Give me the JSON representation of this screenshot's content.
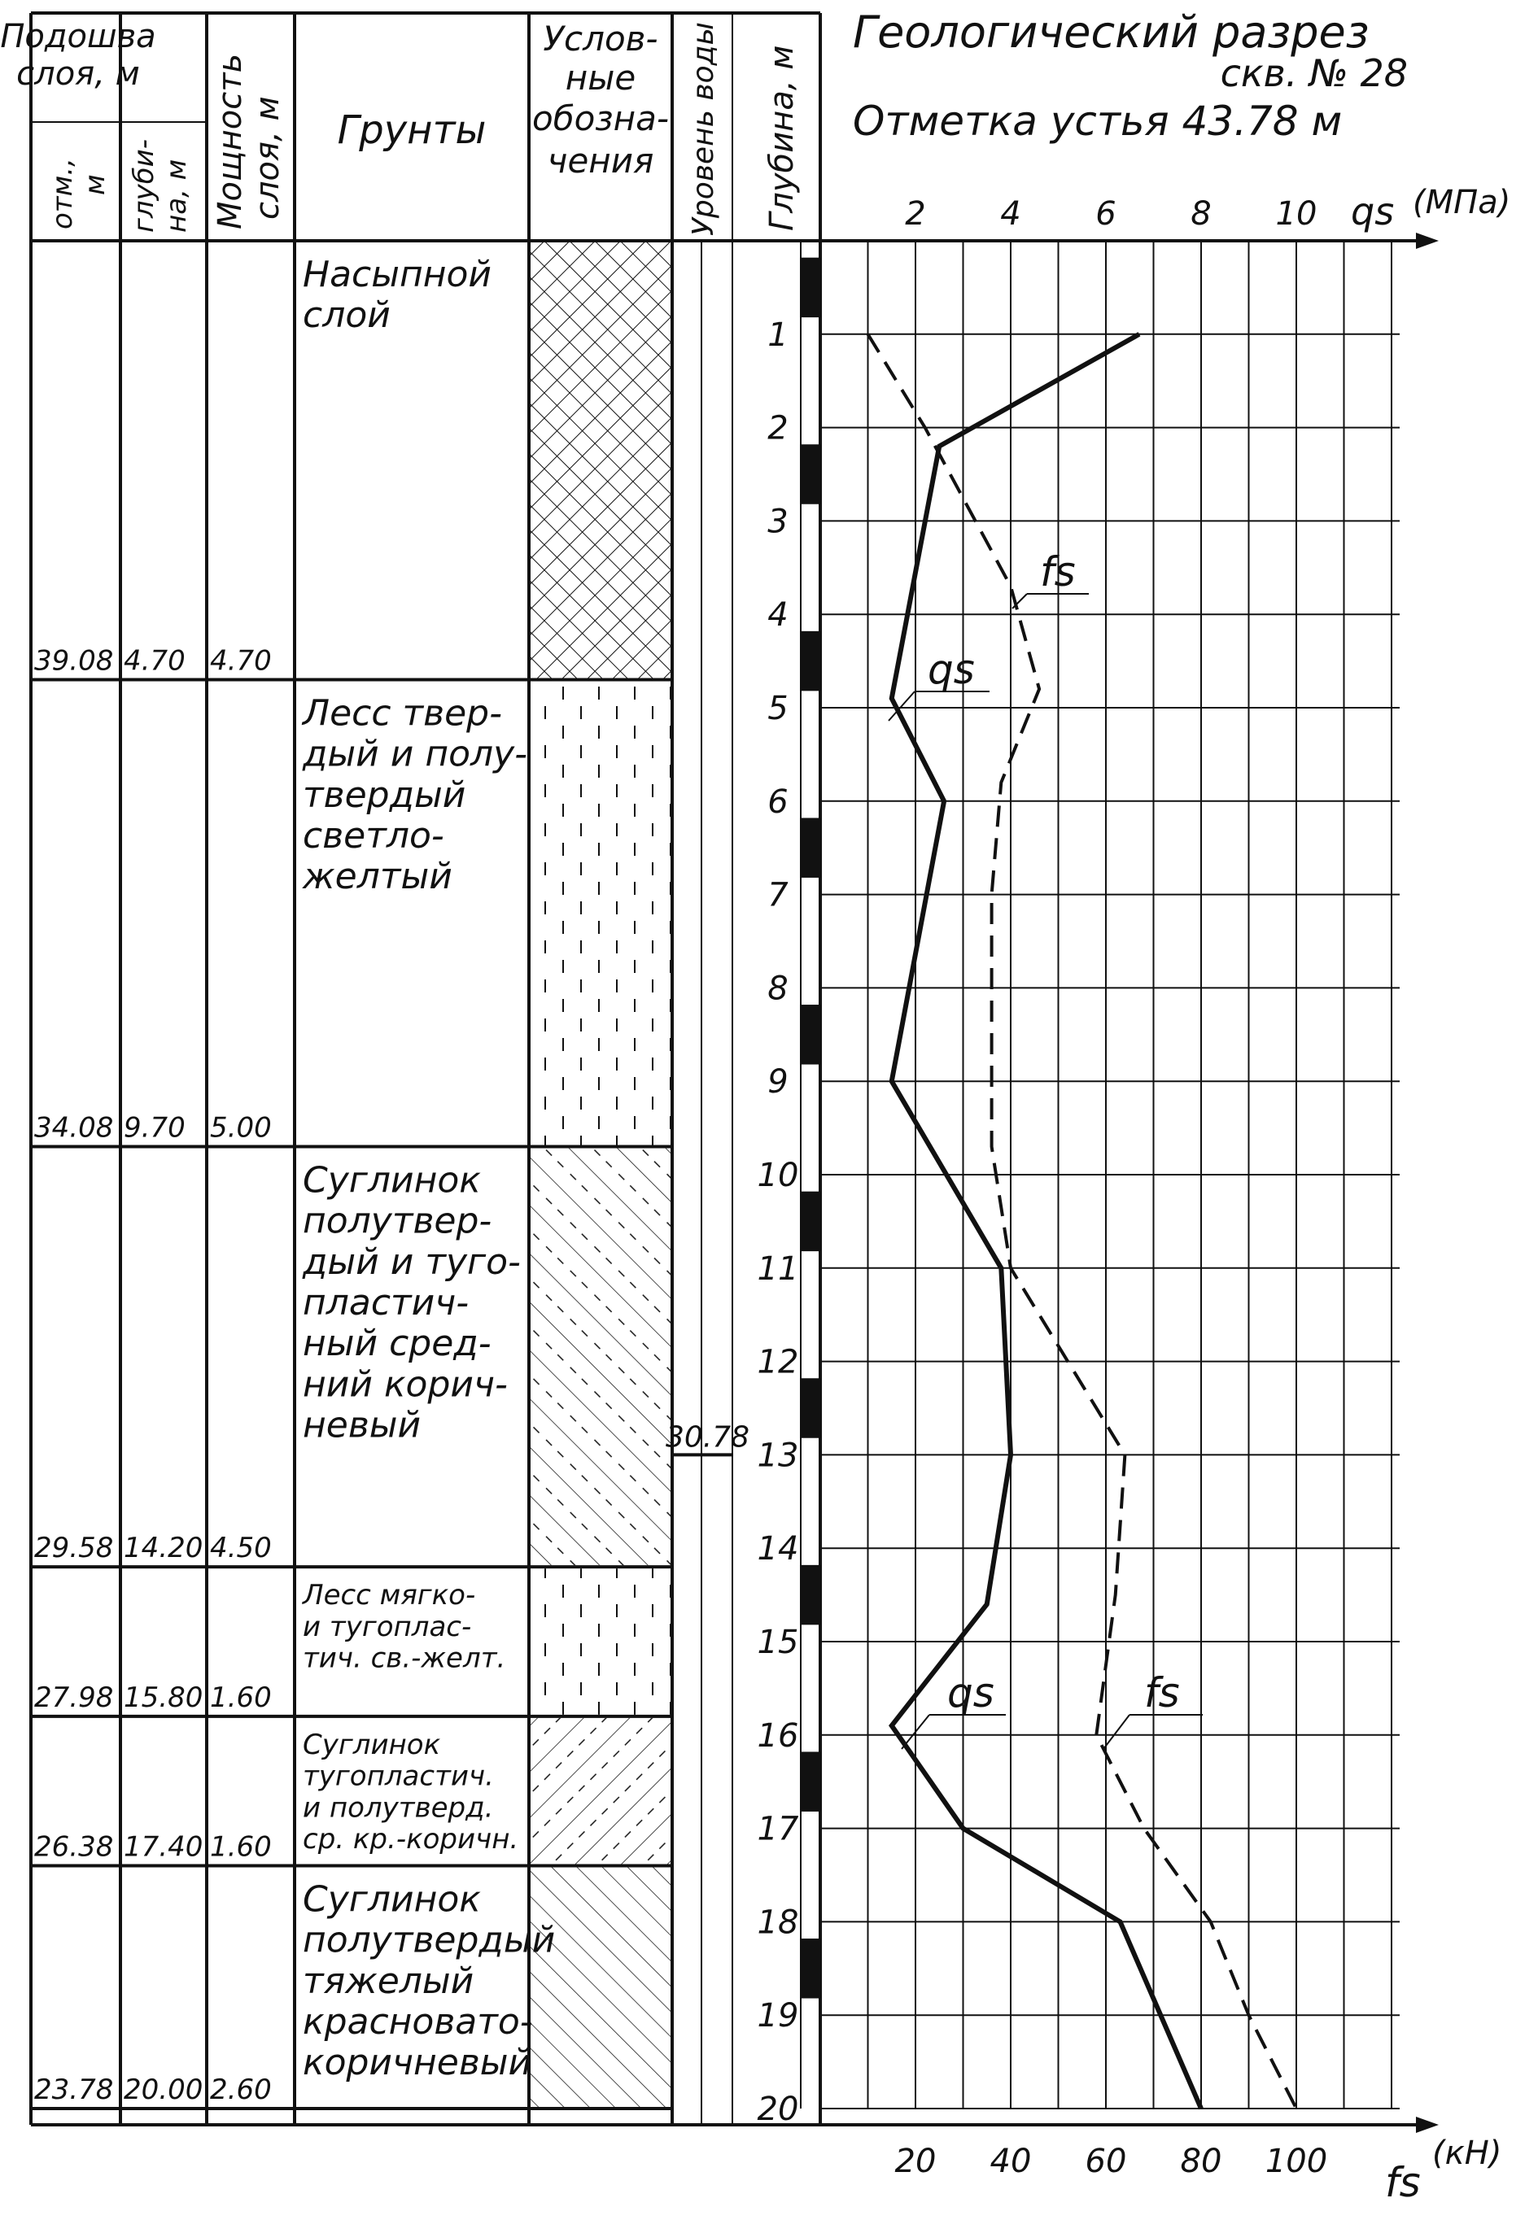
{
  "header": {
    "base_group": "Подошва слоя, м",
    "elevation": "отм., м",
    "depth": "глуби- на, м",
    "thickness": "Мощность слоя, м",
    "soils": "Грунты",
    "legend": "Услов- ные обозна- чения",
    "water": "Уровень воды",
    "depth_scale": "Глубина, м"
  },
  "title": {
    "line1": "Геологический разрез",
    "line2": "скв. № 28",
    "line3": "Отметка устья 43.78 м"
  },
  "layers": [
    {
      "elev": "39.08",
      "depth": "4.70",
      "thick": "4.70",
      "pattern": "crosshatch",
      "name": [
        "Насыпной",
        "слой"
      ]
    },
    {
      "elev": "34.08",
      "depth": "9.70",
      "thick": "5.00",
      "pattern": "loess",
      "name": [
        "Лесс твер-",
        "дый и полу-",
        "твердый",
        "светло-",
        "желтый"
      ]
    },
    {
      "elev": "29.58",
      "depth": "14.20",
      "thick": "4.50",
      "pattern": "hatch-wide",
      "name": [
        "Суглинок",
        "полутвер-",
        "дый и туго-",
        "пластич-",
        "ный сред-",
        "ний корич-",
        "невый"
      ]
    },
    {
      "elev": "27.98",
      "depth": "15.80",
      "thick": "1.60",
      "pattern": "loess",
      "name": [
        "Лесс мягко-",
        "и тугоплас-",
        "тич. св.-желт."
      ]
    },
    {
      "elev": "26.38",
      "depth": "17.40",
      "thick": "1.60",
      "pattern": "hatch-back",
      "name": [
        "Суглинок",
        "тугопластич.",
        "и полутверд.",
        "ср. кр.-коричн."
      ]
    },
    {
      "elev": "23.78",
      "depth": "20.00",
      "thick": "2.60",
      "pattern": "hatch-dense",
      "name": [
        "Суглинок",
        "полутвердый",
        "тяжелый",
        "красновато-",
        "коричневый"
      ]
    }
  ],
  "water_level": {
    "elevation": "30.78",
    "depth": 13.0
  },
  "depth_ticks": [
    "1",
    "2",
    "3",
    "4",
    "5",
    "6",
    "7",
    "8",
    "9",
    "10",
    "11",
    "12",
    "13",
    "14",
    "15",
    "16",
    "17",
    "18",
    "19",
    "20"
  ],
  "top_axis": {
    "ticks": [
      "2",
      "4",
      "6",
      "8",
      "10"
    ],
    "label": "qs (МПа)"
  },
  "bottom_axis": {
    "ticks": [
      "20",
      "40",
      "60",
      "80",
      "100"
    ],
    "label": "fs (кН)"
  },
  "annotations": {
    "qs_upper": "qs",
    "fs_upper": "fs",
    "qs_lower": "qs",
    "fs_lower": "fs"
  },
  "chart_data": {
    "type": "line",
    "y_label": "Глубина, м",
    "ylim": [
      0,
      20
    ],
    "top_xlim": [
      0,
      12
    ],
    "bottom_xlim": [
      0,
      120
    ],
    "grid": true,
    "series": [
      {
        "name": "qs",
        "axis": "top",
        "unit": "МПа",
        "style": "solid",
        "points": [
          [
            1.0,
            6.7
          ],
          [
            2.2,
            2.5
          ],
          [
            4.9,
            1.5
          ],
          [
            6.0,
            2.6
          ],
          [
            9.0,
            1.5
          ],
          [
            11.0,
            3.8
          ],
          [
            13.0,
            4.0
          ],
          [
            14.6,
            3.5
          ],
          [
            15.9,
            1.5
          ],
          [
            17.0,
            3.0
          ],
          [
            18.0,
            6.3
          ],
          [
            20.0,
            8.0
          ]
        ]
      },
      {
        "name": "fs",
        "axis": "bottom",
        "unit": "кН",
        "style": "dashed",
        "points": [
          [
            1.0,
            10
          ],
          [
            2.0,
            22
          ],
          [
            3.7,
            40
          ],
          [
            4.8,
            46
          ],
          [
            5.8,
            38
          ],
          [
            7.0,
            36
          ],
          [
            9.7,
            36
          ],
          [
            11.0,
            40
          ],
          [
            13.0,
            64
          ],
          [
            14.5,
            62
          ],
          [
            16.0,
            58
          ],
          [
            17.0,
            68
          ],
          [
            18.0,
            82
          ],
          [
            19.0,
            90
          ],
          [
            20.0,
            100
          ]
        ]
      }
    ]
  }
}
